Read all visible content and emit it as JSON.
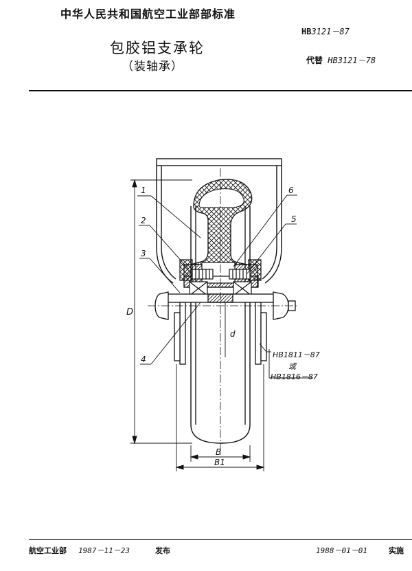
{
  "header": {
    "organization": "中华人民共和国航空工业部部标准",
    "title": "包胶铝支承轮",
    "subtitle": "（装轴承）",
    "standard_code_prefix": "HB",
    "standard_code_number": "3121－87",
    "replaces_label": "代替",
    "replaces_code": "HB3121－78"
  },
  "drawing": {
    "callouts": [
      "1",
      "2",
      "3",
      "4",
      "5",
      "6"
    ],
    "dimensions": {
      "height": "D",
      "bore": "d",
      "width_inner": "B",
      "width_outer": "B1"
    },
    "fastener_standard_1": "HB1811－87",
    "or_label": "或",
    "fastener_standard_2": "HB1816－87"
  },
  "footer": {
    "issuer": "航空工业部",
    "issue_date": "1987－11－23",
    "issue_label": "发布",
    "implement_date": "1988－01－01",
    "implement_label": "实施"
  }
}
